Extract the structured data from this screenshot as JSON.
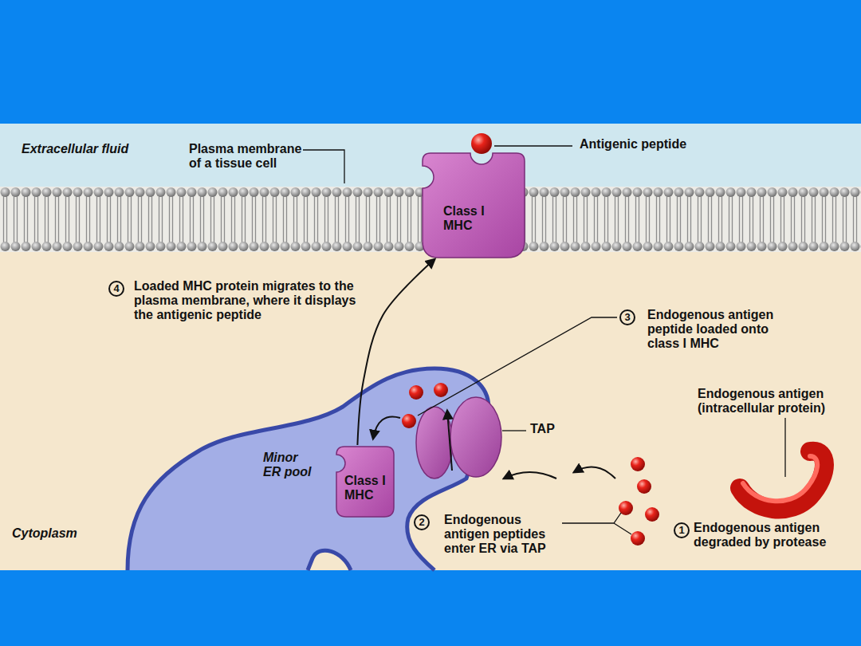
{
  "diagram": {
    "nodes": [
      {
        "text": [
          "Class I MHC"
        ]
      },
      {
        "text": [
          "Minor ER pool"
        ]
      },
      {
        "text": [
          "Class I MHC"
        ],
        "in": 1
      }
    ],
    "edges": [
      {
        "from": 2,
        "to": 0,
        "arrow": "to"
      }
    ],
    "labels": [
      "Extracellular fluid",
      "Plasma membrane of a tissue cell",
      "Antigenic peptide",
      "4",
      "Loaded MHC protein migrates to the plasma membrane, where it displays the antigenic peptide",
      "3",
      "Endogenous antigen peptide loaded onto class I MHC",
      "Endogenous antigen (intracellular protein)",
      "TAP",
      "Cytoplasm",
      "2",
      "Endogenous antigen peptides enter ER via TAP",
      "1",
      "Endogenous antigen degraded by protease"
    ]
  }
}
